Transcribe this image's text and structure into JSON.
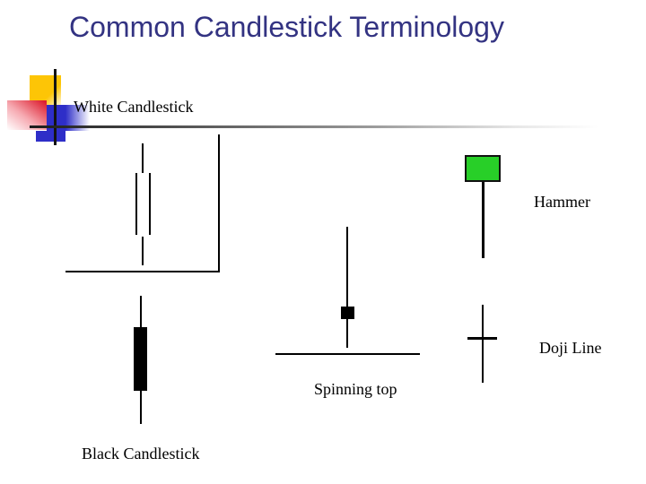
{
  "slide": {
    "title": "Common Candlestick Terminology"
  },
  "labels": {
    "white_candlestick": "White Candlestick",
    "hammer": "Hammer",
    "doji_line": "Doji Line",
    "spinning_top": "Spinning top",
    "black_candlestick": "Black Candlestick"
  },
  "figures": [
    {
      "name": "white-candlestick",
      "label": "White Candlestick",
      "description": "hollow (white) body with upper and lower shadows, framed by a corner bracket"
    },
    {
      "name": "black-candlestick",
      "label": "Black Candlestick",
      "description": "solid black body with upper and lower shadows"
    },
    {
      "name": "spinning-top",
      "label": "Spinning top",
      "description": "small black body with long upper shadow and short lower shadow above a baseline"
    },
    {
      "name": "hammer",
      "label": "Hammer",
      "description": "green body at top with long lower shadow"
    },
    {
      "name": "doji-line",
      "label": "Doji Line",
      "description": "cross shape: open and close at the same price"
    }
  ],
  "colors": {
    "title_text": "#333382",
    "label_text": "#000000",
    "hammer_body_fill": "#28cf28",
    "hammer_body_border": "#101010",
    "stroke": "#000000",
    "accent_yellow": "#fdc506",
    "accent_red": "#dd1f30",
    "accent_blue": "#2e2ec8",
    "divider_gradient_start": "#1c1c1c",
    "divider_gradient_end": "#ffffff"
  }
}
